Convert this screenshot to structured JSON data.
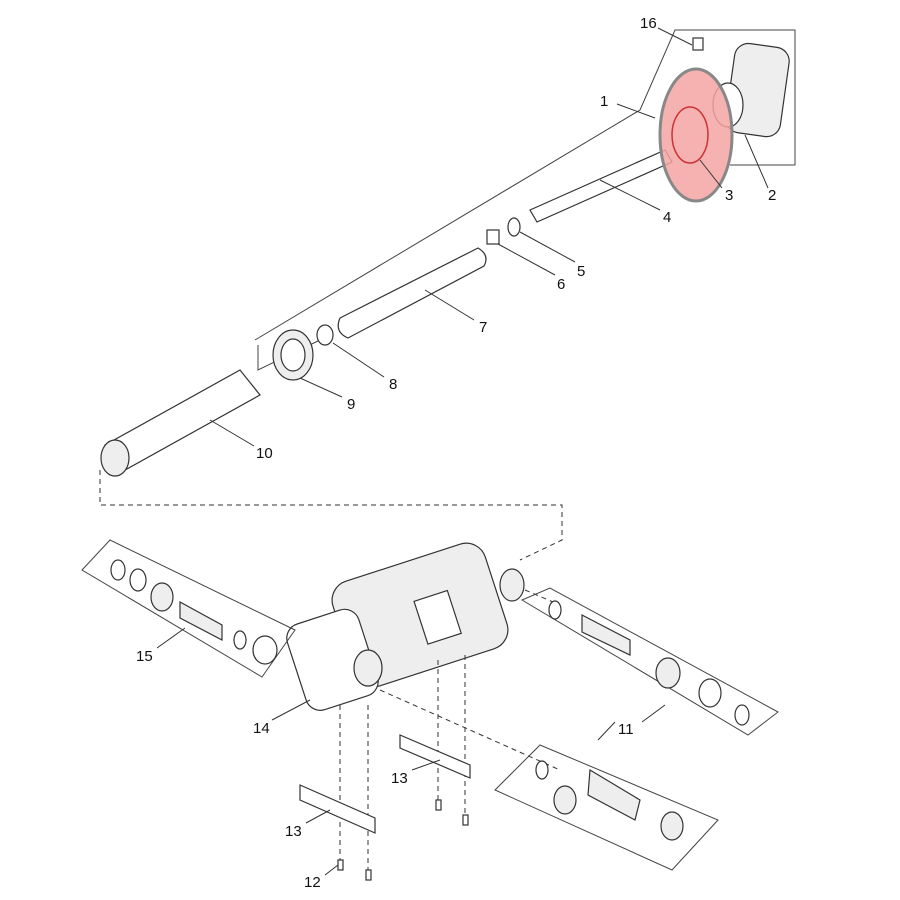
{
  "diagram": {
    "callouts": [
      "1",
      "2",
      "3",
      "4",
      "5",
      "6",
      "7",
      "8",
      "9",
      "10",
      "11",
      "12",
      "13",
      "13",
      "14",
      "15",
      "16"
    ],
    "highlight_color": "#f4a3a3"
  }
}
